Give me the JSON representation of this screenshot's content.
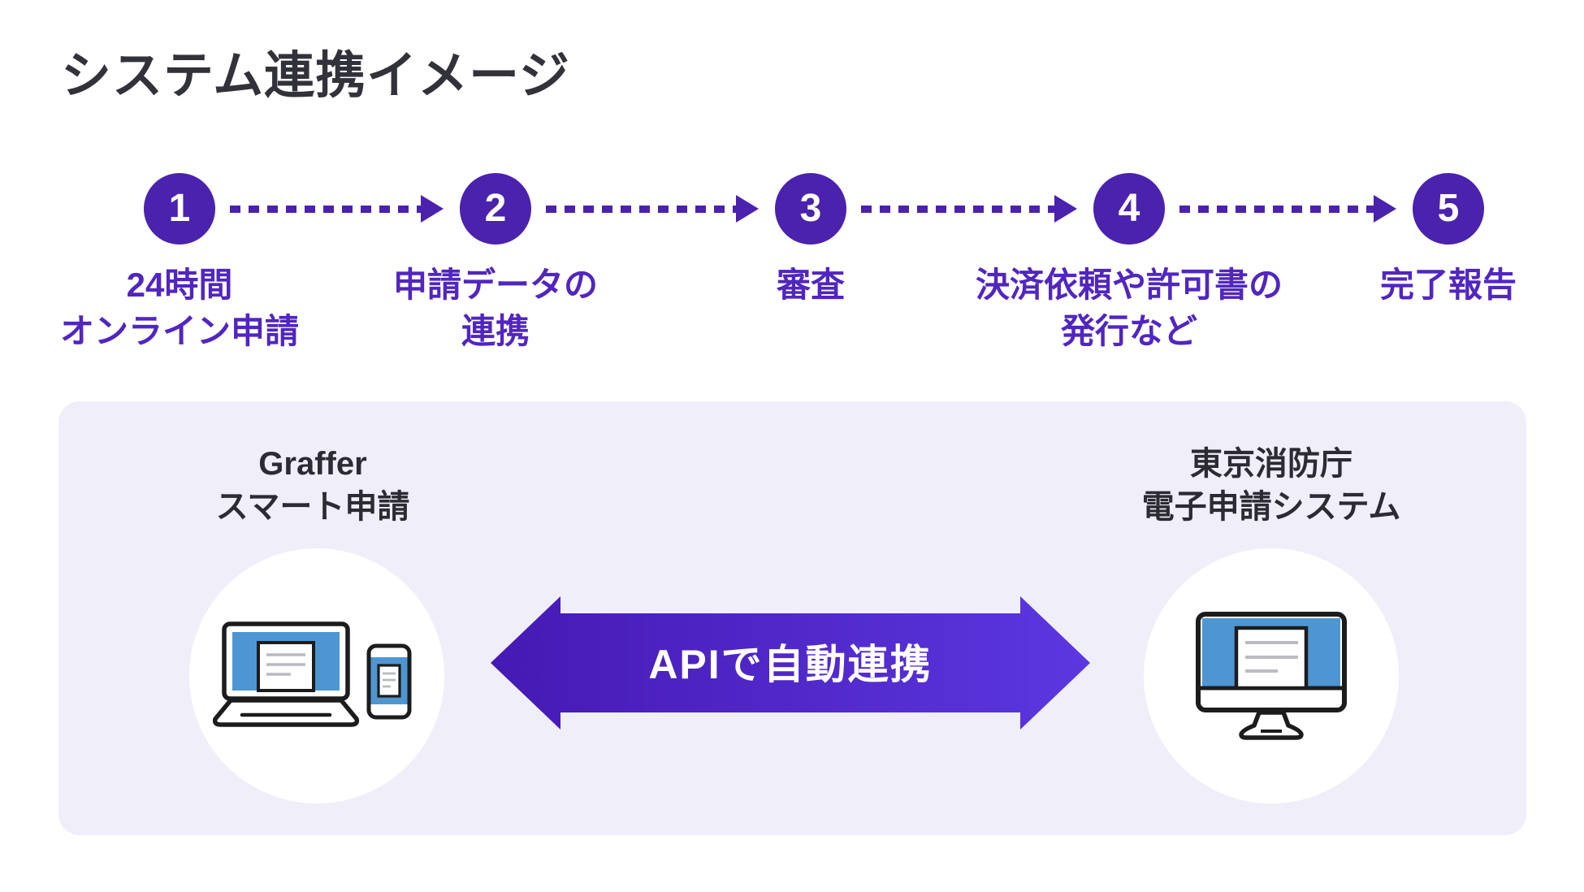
{
  "title": "システム連携イメージ",
  "steps": [
    {
      "number": "1",
      "label": "24時間\nオンライン申請"
    },
    {
      "number": "2",
      "label": "申請データの\n連携"
    },
    {
      "number": "3",
      "label": "審査"
    },
    {
      "number": "4",
      "label": "決済依頼や許可書の\n発行など"
    },
    {
      "number": "5",
      "label": "完了報告"
    }
  ],
  "integration": {
    "left_system_name": "Graffer\nスマート申請",
    "right_system_name": "東京消防庁\n電子申請システム",
    "arrow_label": "APIで自動連携",
    "left_icon": "laptop-and-phone-icon",
    "right_icon": "desktop-monitor-icon"
  },
  "colors": {
    "step_circle": "#4A22AE",
    "step_label": "#5126BF",
    "connector": "#4A22AE",
    "panel_background": "#F0EEF9",
    "arrow_gradient_start": "#4519B3",
    "arrow_gradient_end": "#5C37E0",
    "arrow_text": "#FFFFFF",
    "icon_screen_blue": "#4E96D2",
    "icon_outline": "#1C1C1C",
    "title_text": "#32323A",
    "system_label_text": "#2B2B33"
  }
}
